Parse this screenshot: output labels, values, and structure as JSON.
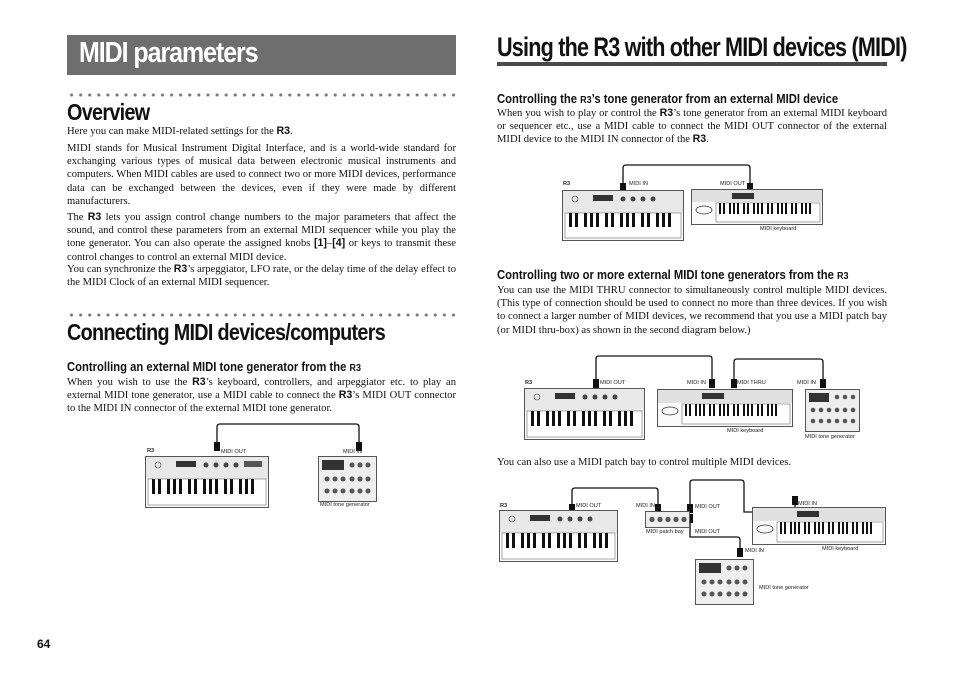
{
  "left": {
    "title": "MIDI parameters",
    "overview": {
      "heading": "Overview",
      "p1a": "Here you can make MIDI-related settings for the ",
      "p1b": "R3",
      "p1c": ".",
      "p2": "MIDI stands for Musical Instrument Digital Interface, and is a world-wide standard for exchanging various types of musical data between electronic musical instruments and computers. When MIDI cables are used to connect two or more MIDI devices, performance data can be exchanged between the devices, even if they were made by different manufacturers.",
      "p3a": "The ",
      "p3b": "R3",
      "p3c": " lets you assign control change numbers to the major parameters that affect the sound, and control these parameters from an external MIDI sequencer while you play the tone generator. You can also operate the assigned knobs ",
      "p3d": "[1]",
      "p3e": "–",
      "p3f": "[4]",
      "p3g": " or keys to transmit these control changes to control an external MIDI device.",
      "p4a": "You can synchronize the ",
      "p4b": "R3",
      "p4c": "’s arpeggiator, LFO rate, or the delay time of the delay effect to the MIDI Clock of an external MIDI sequencer."
    },
    "connecting": {
      "heading": "Connecting MIDI devices/computers",
      "sub_a": "Controlling an external MIDI tone generator from the ",
      "sub_b": "R3",
      "p1a": "When you wish to use the ",
      "p1b": "R3",
      "p1c": "’s keyboard, controllers, and arpeggiator etc. to play an external MIDI tone generator, use a MIDI cable to connect the ",
      "p1d": "R3",
      "p1e": "’s MIDI OUT connector to the MIDI IN connector of the external MIDI tone generator.",
      "diagram": {
        "r3": "R3",
        "midi_out": "MIDI OUT",
        "midi_in": "MIDI IN",
        "tone_gen": "MIDI tone generator"
      }
    },
    "page_number": "64"
  },
  "right": {
    "title": "Using the R3 with other MIDI devices (MIDI)",
    "sec1": {
      "heading_a": "Controlling the ",
      "heading_b": "R3",
      "heading_c": "’s tone generator from an external MIDI device",
      "p_a": "When you wish to play or control the ",
      "p_b": "R3",
      "p_c": "’s tone generator from an external MIDI keyboard or sequencer etc., use a MIDI cable to connect the MIDI OUT connector of the external MIDI device to the MIDI IN connector of the ",
      "p_d": "R3",
      "p_e": ".",
      "diagram": {
        "r3": "R3",
        "midi_in": "MIDI IN",
        "midi_out": "MIDI OUT",
        "keyboard": "MIDI keyboard"
      }
    },
    "sec2": {
      "heading_a": "Controlling two or more external MIDI tone generators from the ",
      "heading_b": "R3",
      "p1": "You can use the MIDI THRU connector to simultaneously control multiple MIDI devices. (This type of connection should be used to connect no more than three devices. If you wish to connect a larger number of MIDI devices, we recommend that you use a MIDI patch bay (or MIDI thru-box) as shown in the second diagram below.)",
      "diagram1": {
        "r3": "R3",
        "midi_out": "MIDI OUT",
        "midi_in": "MIDI IN",
        "midi_thru": "MIDI THRU",
        "midi_in_2": "MIDI IN",
        "keyboard": "MIDI keyboard",
        "tone_gen": "MIDI tone generator"
      },
      "p2": "You can also use a MIDI patch bay to control multiple MIDI devices.",
      "diagram2": {
        "r3": "R3",
        "midi_out": "MIDI OUT",
        "patch_in": "MIDI IN",
        "patch_out1": "MIDI OUT",
        "patch_out2": "MIDI OUT",
        "patch_bay": "MIDI patch bay",
        "kb_in": "MIDI IN",
        "keyboard": "MIDI keyboard",
        "tg_in": "MIDI IN",
        "tone_gen": "MIDI tone generator"
      }
    }
  }
}
